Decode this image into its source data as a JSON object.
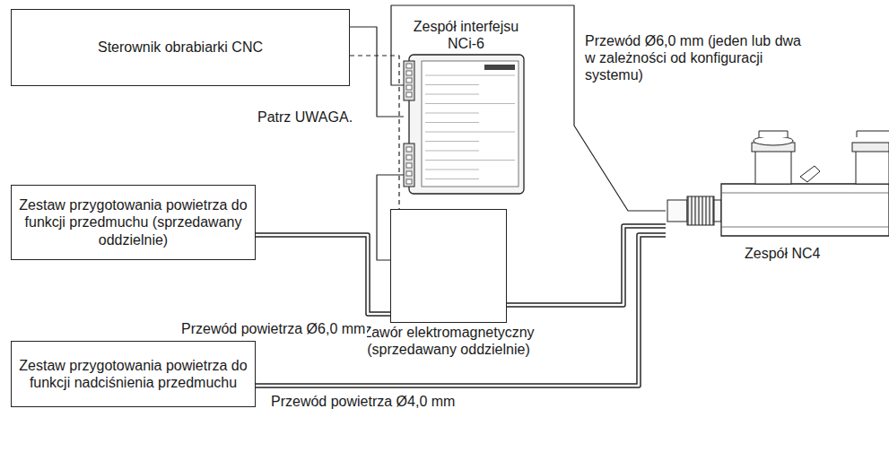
{
  "diagram": {
    "nodes": [
      {
        "text": [
          "Sterownik obrabiarki CNC"
        ]
      },
      {
        "text": [
          "Zespół interfejsu NCi-6"
        ]
      },
      {
        "text": [
          "Zestaw przygotowania powietrza do funkcji przedmuchu (sprzedawany oddzielnie)"
        ]
      },
      {
        "text": [
          "Zawór elektromagnetyczny (sprzedawany oddzielnie)"
        ]
      },
      {
        "text": [
          "Zespół NC4"
        ]
      },
      {
        "text": [
          "Zestaw przygotowania powietrza do funkcji nadciśnienia przedmuchu"
        ]
      }
    ],
    "edges": [
      {
        "from": 0,
        "to": 1,
        "arrow": "none"
      },
      {
        "from": 0,
        "to": 3,
        "arrow": "none"
      },
      {
        "from": 1,
        "to": 3,
        "arrow": "none"
      },
      {
        "from": 1,
        "to": 4,
        "arrow": "none",
        "label": "Przewód Ø6,0 mm (jeden lub dwa w zależności od konfiguracji systemu)"
      },
      {
        "from": 2,
        "to": 3,
        "arrow": "none",
        "label": "Przewód powietrza Ø6,0 mm"
      },
      {
        "from": 3,
        "to": 4,
        "arrow": "none"
      },
      {
        "from": 5,
        "to": 4,
        "arrow": "none",
        "label": "Przewód powietrza Ø4,0 mm"
      }
    ],
    "labels": [
      "Patrz UWAGA."
    ]
  }
}
